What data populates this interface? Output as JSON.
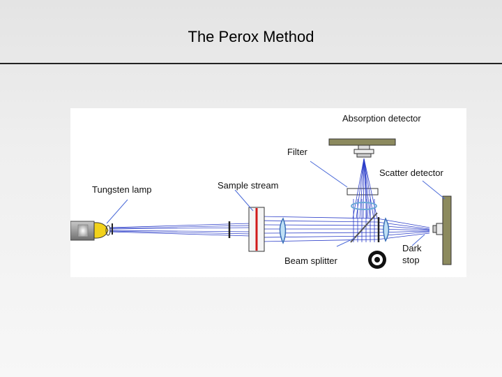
{
  "slide": {
    "title": "The Perox Method"
  },
  "diagram": {
    "labels": {
      "absorption_detector": "Absorption detector",
      "filter": "Filter",
      "scatter_detector": "Scatter detector",
      "tungsten_lamp": "Tungsten lamp",
      "sample_stream": "Sample stream",
      "beam_splitter": "Beam splitter",
      "dark_stop": "Dark stop"
    },
    "colors": {
      "beam": "#2a3cc8",
      "pointer": "#4a6ad8",
      "detector_plate": "#8c8a5e",
      "sample_line": "#d11a1a",
      "lens": "#6aa8d8",
      "lamp_glow": "#f2d21b"
    }
  }
}
